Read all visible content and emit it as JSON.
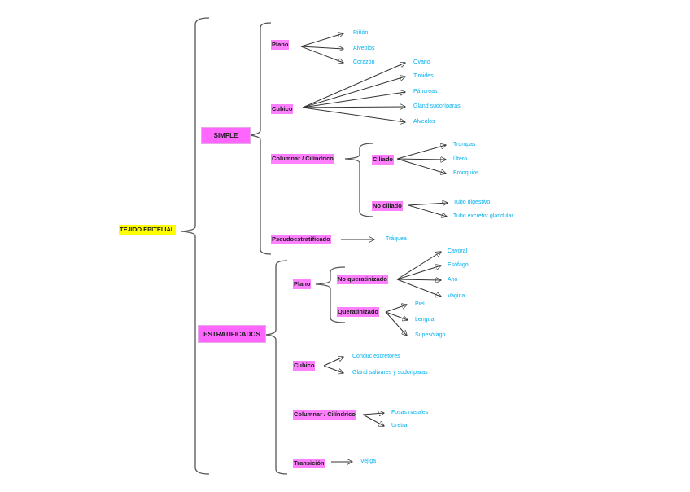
{
  "diagram": {
    "root": "TEJIDO EPITELIAL",
    "simple": {
      "label": "SIMPLE",
      "plano": {
        "label": "Plano",
        "items": [
          "Riñón",
          "Alveolos",
          "Corazón"
        ]
      },
      "cubico": {
        "label": "Cubico",
        "items": [
          "Ovario",
          "Tiroides",
          "Páncreas",
          "Gland sudoríparas",
          "Alveolos"
        ]
      },
      "columnar": {
        "label": "Columnar / Cilíndrico",
        "ciliado": {
          "label": "Ciliado",
          "items": [
            "Trompas",
            "Útero",
            "Bronquios"
          ]
        },
        "no_ciliado": {
          "label": "No ciliado",
          "items": [
            "Tubo digestivo",
            "Tubo excretor glandular"
          ]
        }
      },
      "pseudo": {
        "label": "Pseudoestratificado",
        "items": [
          "Tráquea"
        ]
      }
    },
    "estratificados": {
      "label": "ESTRATIFICADOS",
      "plano": {
        "label": "Plano",
        "no_queratinizado": {
          "label": "No queratinizado",
          "items": [
            "Cavoral",
            "Esófago",
            "Ano",
            "Vagina"
          ]
        },
        "queratinizado": {
          "label": "Queratinizado",
          "items": [
            "Piel",
            "Lengua",
            "Supesófago"
          ]
        }
      },
      "cubico": {
        "label": "Cubico",
        "items": [
          "Conduc excretores",
          "Gland salivares y sudoríparas"
        ]
      },
      "columnar": {
        "label": "Columnar / Cilíndrico",
        "items": [
          "Fosas nasales",
          "Uretra"
        ]
      },
      "transicion": {
        "label": "Transición",
        "items": [
          "Vejiga"
        ]
      }
    },
    "colors": {
      "node_highlight": "#ff80ff",
      "root_highlight": "#ffff00",
      "leaf_text": "#00b0f0"
    }
  }
}
